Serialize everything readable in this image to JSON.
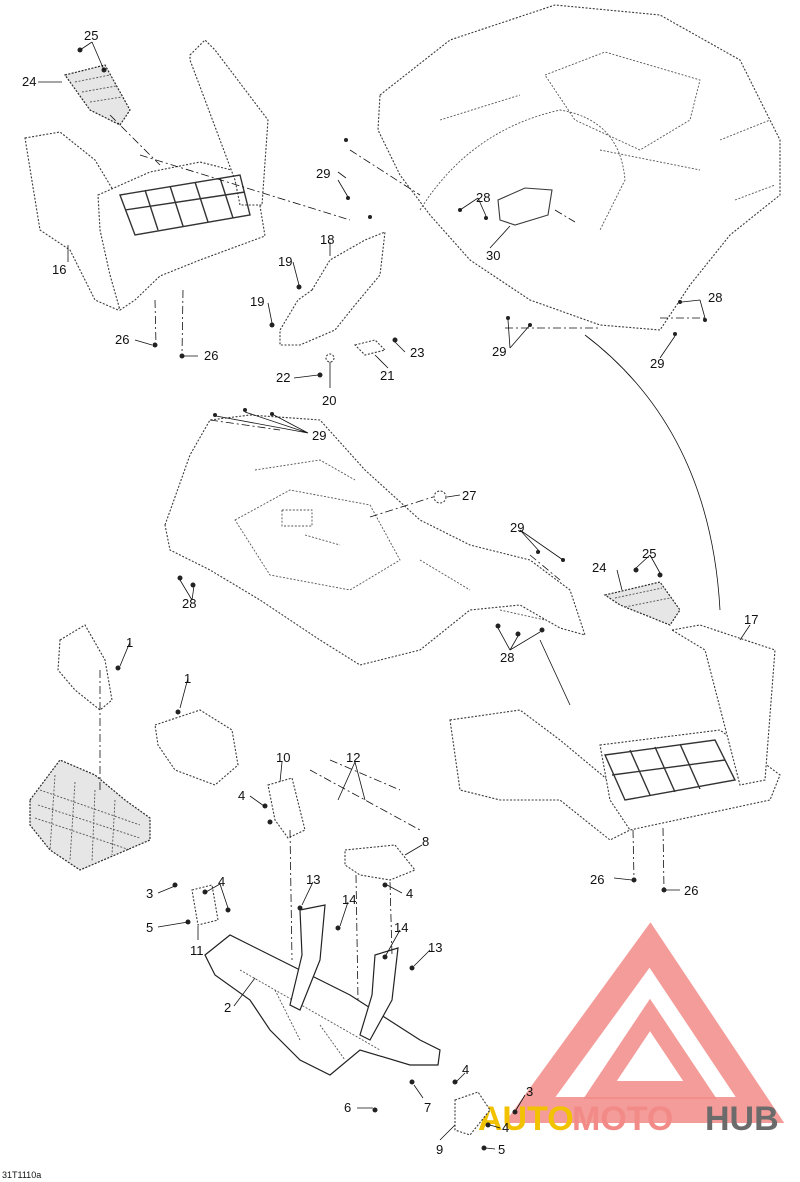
{
  "figure_code": "31T1110a",
  "watermark": {
    "brand_part1": "AUTO",
    "brand_part2": "MOTO",
    "brand_part3": "HUB",
    "colors": {
      "triangle": "#f28b87",
      "auto": "#f2c200",
      "moto": "#f28b87",
      "hub": "#6b6b6b"
    }
  },
  "callouts": {
    "c25a": "25",
    "c24a": "24",
    "c16": "16",
    "c26a": "26",
    "c26b": "26",
    "c29a": "29",
    "c28a": "28",
    "c30": "30",
    "c18": "18",
    "c19a": "19",
    "c19b": "19",
    "c23": "23",
    "c22": "22",
    "c21": "21",
    "c20": "20",
    "c28b": "28",
    "c29b": "29",
    "c29c": "29",
    "c29d": "29",
    "c27": "27",
    "c28c": "28",
    "c29e": "29",
    "c28d": "28",
    "c25b": "25",
    "c24b": "24",
    "c17": "17",
    "c26c": "26",
    "c26d": "26",
    "c1a": "1",
    "c1b": "1",
    "c10": "10",
    "c12": "12",
    "c4a": "4",
    "c8": "8",
    "c4b": "4",
    "c3a": "3",
    "c4c": "4",
    "c5a": "5",
    "c11": "11",
    "c13a": "13",
    "c14a": "14",
    "c14b": "14",
    "c13b": "13",
    "c2": "2",
    "c4d": "4",
    "c3b": "3",
    "c4e": "4",
    "c6": "6",
    "c7": "7",
    "c9": "9",
    "c5b": "5"
  }
}
